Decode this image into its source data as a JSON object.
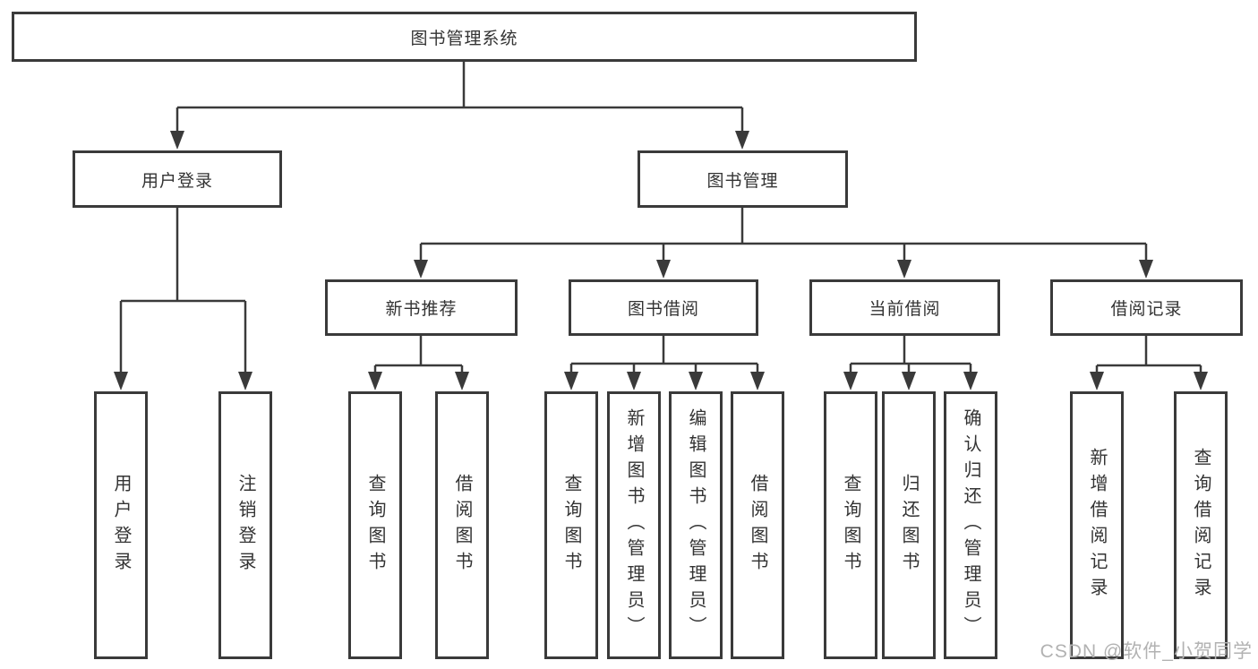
{
  "diagram": {
    "root": {
      "label": "图书管理系统"
    },
    "level2": [
      {
        "id": "user-login",
        "label": "用户登录"
      },
      {
        "id": "book-management",
        "label": "图书管理"
      }
    ],
    "level3": [
      {
        "id": "new-book-recommend",
        "label": "新书推荐"
      },
      {
        "id": "book-borrowing",
        "label": "图书借阅"
      },
      {
        "id": "current-borrowing",
        "label": "当前借阅"
      },
      {
        "id": "borrowing-records",
        "label": "借阅记录"
      }
    ],
    "leaves": {
      "user_login": [
        "用户登录",
        "注销登录"
      ],
      "new_book_recommend": [
        "查询图书",
        "借阅图书"
      ],
      "book_borrowing": [
        "查询图书",
        "新增图书（管理员）",
        "编辑图书（管理员）",
        "借阅图书"
      ],
      "current_borrowing": [
        "查询图书",
        "归还图书",
        "确认归还（管理员）"
      ],
      "borrowing_records": [
        "新增借阅记录",
        "查询借阅记录"
      ]
    }
  },
  "watermark": "CSDN @软件_小贺同学",
  "colors": {
    "line": "#3a3a3a",
    "box_border": "#3a3a3a",
    "box_fill": "#ffffff",
    "text": "#333333",
    "watermark": "#b2b2b2",
    "background": "#ffffff"
  }
}
